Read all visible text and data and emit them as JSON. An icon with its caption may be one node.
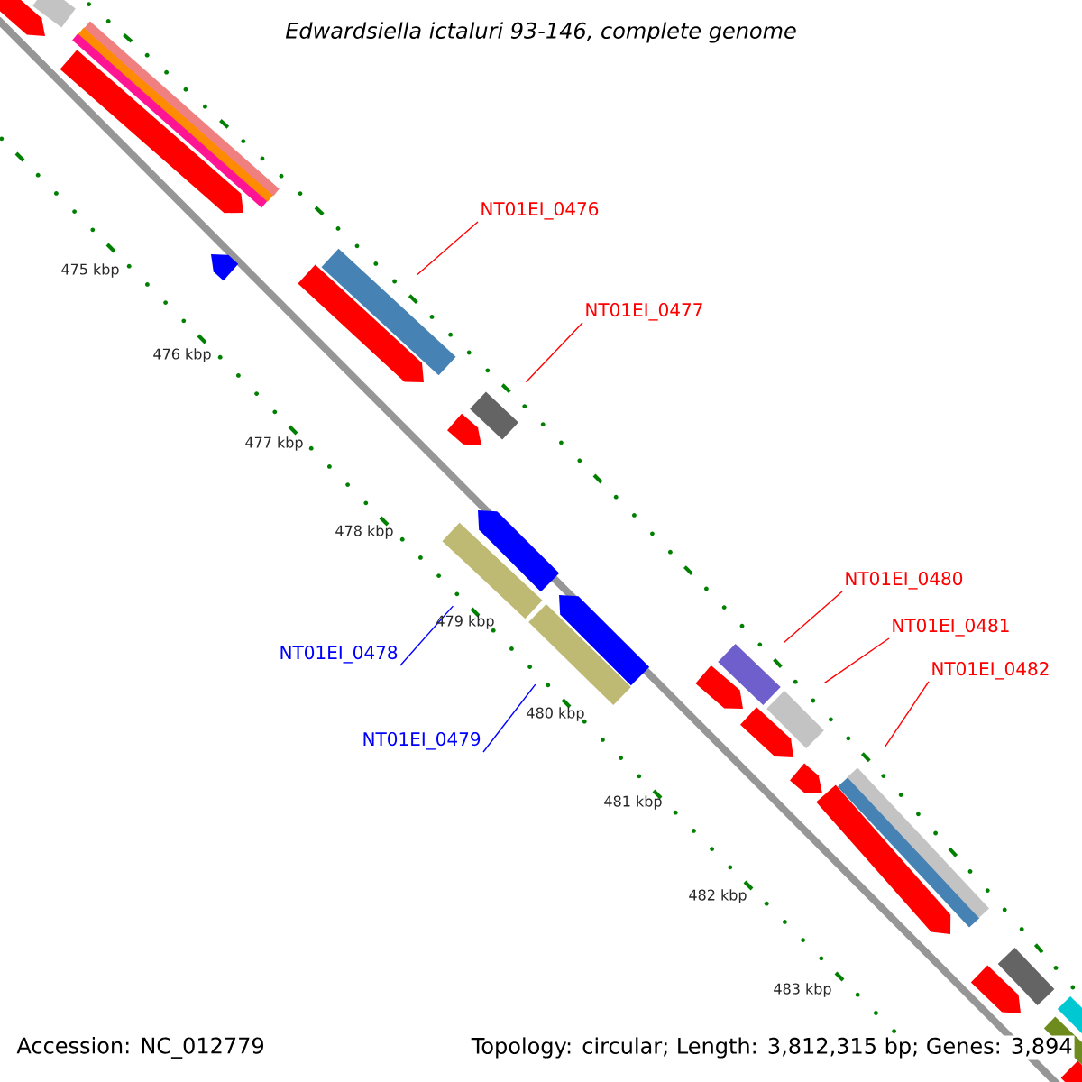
{
  "diagram": {
    "title": "Edwardsiella ictaluri 93-146, complete genome",
    "nodes": [
      {
        "text": [
          "NT01EI_0476"
        ]
      },
      {
        "text": [],
        "shape": "bar"
      },
      {
        "text": [
          "NT01EI_0477"
        ]
      },
      {
        "text": [],
        "shape": "bar"
      },
      {
        "text": [
          "NT01EI_0478"
        ]
      },
      {
        "text": [],
        "shape": "bar"
      },
      {
        "text": [
          "NT01EI_0479"
        ]
      },
      {
        "text": [],
        "shape": "bar"
      },
      {
        "text": [
          "NT01EI_0480"
        ]
      },
      {
        "text": [],
        "shape": "bar"
      },
      {
        "text": [
          "NT01EI_0481"
        ]
      },
      {
        "text": [],
        "shape": "bar"
      },
      {
        "text": [
          "NT01EI_0482"
        ]
      },
      {
        "text": [],
        "shape": "bar"
      },
      {
        "text": [],
        "shape": "pentagon"
      },
      {
        "text": [],
        "shape": "bar"
      },
      {
        "text": [],
        "shape": "bar"
      },
      {
        "text": [],
        "shape": "pentagon"
      },
      {
        "text": [],
        "shape": "pentagon"
      },
      {
        "text": [],
        "shape": "pentagon"
      },
      {
        "text": [],
        "shape": "pentagon"
      },
      {
        "text": [],
        "shape": "pentagon"
      },
      {
        "text": [],
        "shape": "pentagon"
      },
      {
        "text": [],
        "shape": "pentagon"
      },
      {
        "text": [],
        "shape": "pentagon"
      },
      {
        "text": [],
        "shape": "pentagon"
      },
      {
        "text": [],
        "shape": "pentagon"
      },
      {
        "text": [],
        "shape": "bar"
      },
      {
        "text": [],
        "shape": "pentagon"
      },
      {
        "text": [],
        "shape": "bar"
      },
      {
        "text": [],
        "shape": "bar"
      },
      {
        "text": [],
        "shape": "pentagon"
      }
    ],
    "edges": [
      {
        "from": 0,
        "to": 1,
        "arrow": "none"
      },
      {
        "from": 2,
        "to": 3,
        "arrow": "none"
      },
      {
        "from": 4,
        "to": 5,
        "arrow": "none",
        "color": "#0000ff"
      },
      {
        "from": 6,
        "to": 7,
        "arrow": "none",
        "color": "#0000ff"
      },
      {
        "from": 8,
        "to": 9,
        "arrow": "none"
      },
      {
        "from": 10,
        "to": 11,
        "arrow": "none"
      },
      {
        "from": 12,
        "to": 13,
        "arrow": "none"
      }
    ],
    "labels": [
      "475 kbp",
      "476 kbp",
      "477 kbp",
      "478 kbp",
      "479 kbp",
      "480 kbp",
      "481 kbp",
      "482 kbp",
      "483 kbp",
      "Accession: NC_012779",
      "Topology: circular; Length: 3,812,315 bp; Genes: 3,894"
    ]
  }
}
